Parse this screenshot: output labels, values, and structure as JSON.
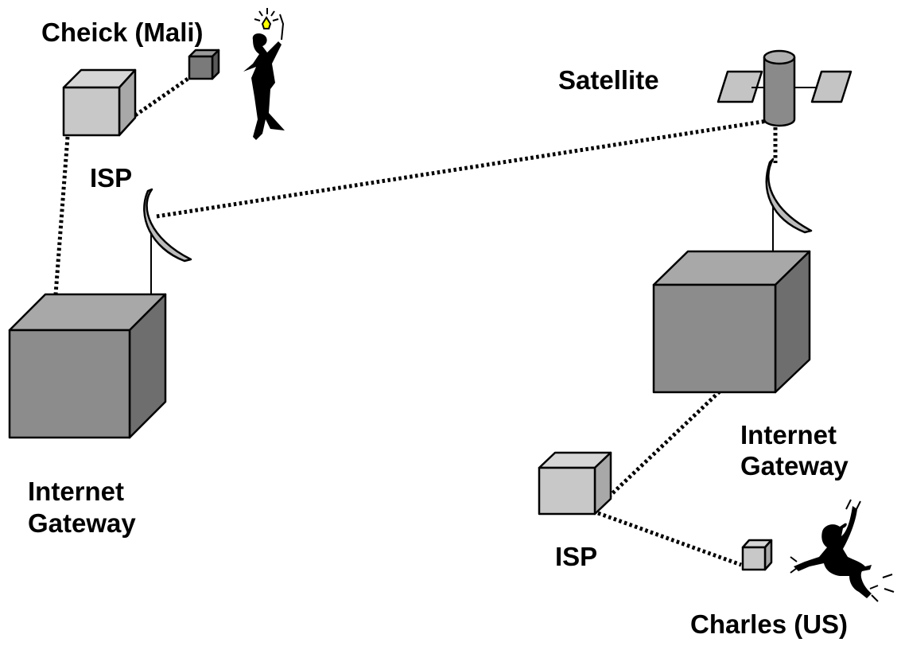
{
  "labels": {
    "cheick": "Cheick (Mali)",
    "satellite": "Satellite",
    "isp_left": "ISP",
    "gateway_left_line1": "Internet",
    "gateway_left_line2": "Gateway",
    "gateway_right_line1": "Internet",
    "gateway_right_line2": "Gateway",
    "isp_right": "ISP",
    "charles": "Charles (US)"
  },
  "colors": {
    "cube_light": "#c8c8c8",
    "cube_mid": "#9a9a9a",
    "cube_dark": "#7a7a7a",
    "cube_gateway_front": "#8c8c8c",
    "cube_gateway_top": "#a8a8a8",
    "cube_gateway_side": "#6e6e6e",
    "satellite_panel": "#c4c4c4",
    "satellite_body": "#8a8a8a",
    "dish": "#bcbcbc",
    "bulb": "#ffff00",
    "link": "#000000"
  }
}
